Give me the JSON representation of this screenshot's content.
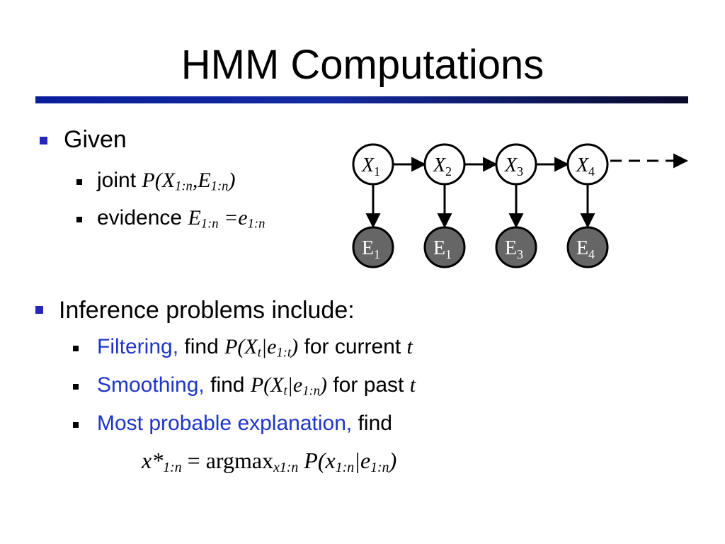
{
  "slide": {
    "title": "HMM Computations"
  },
  "given": {
    "heading": "Given",
    "joint": {
      "label": "joint",
      "expr_pre": "P(X",
      "sub1": "1:n",
      "comma": ",E",
      "sub2": "1:n",
      "close": ")"
    },
    "evidence": {
      "label": "evidence",
      "E": "E",
      "sub1": "1:n",
      "eq": " =e",
      "sub2": "1:n"
    }
  },
  "inference": {
    "heading": "Inference problems include:",
    "filtering": {
      "term": "Filtering,",
      "find": "find",
      "expr_pre": "P(X",
      "sub_t": "t",
      "bar": "|e",
      "sub_range": "1:t",
      "close": ")",
      "suffix": "for current",
      "var": "t"
    },
    "smoothing": {
      "term": "Smoothing,",
      "find": "find",
      "expr_pre": "P(X",
      "sub_t": "t",
      "bar": "|e",
      "sub_range": "1:n",
      "close": ")",
      "suffix": "for past",
      "var": "t"
    },
    "mpe": {
      "term": "Most probable explanation,",
      "find": "find"
    },
    "formula": {
      "x": "x*",
      "sub_x": "1:n",
      "eq": " = argmax",
      "sub_arg": "x1:n",
      "p": "P(x",
      "sub_p": "1:n",
      "bar": "|e",
      "sub_e": "1:n",
      "close": ")"
    }
  },
  "diagram": {
    "hidden": [
      {
        "name": "X",
        "sub": "1"
      },
      {
        "name": "X",
        "sub": "2"
      },
      {
        "name": "X",
        "sub": "3"
      },
      {
        "name": "X",
        "sub": "4"
      }
    ],
    "evidence": [
      {
        "name": "E",
        "sub": "1"
      },
      {
        "name": "E",
        "sub": "1"
      },
      {
        "name": "E",
        "sub": "3"
      },
      {
        "name": "E",
        "sub": "4"
      }
    ],
    "colors": {
      "hidden_fill": "#ffffff",
      "evidence_fill": "#666666",
      "stroke": "#000000",
      "evidence_text": "#ffffff"
    }
  }
}
